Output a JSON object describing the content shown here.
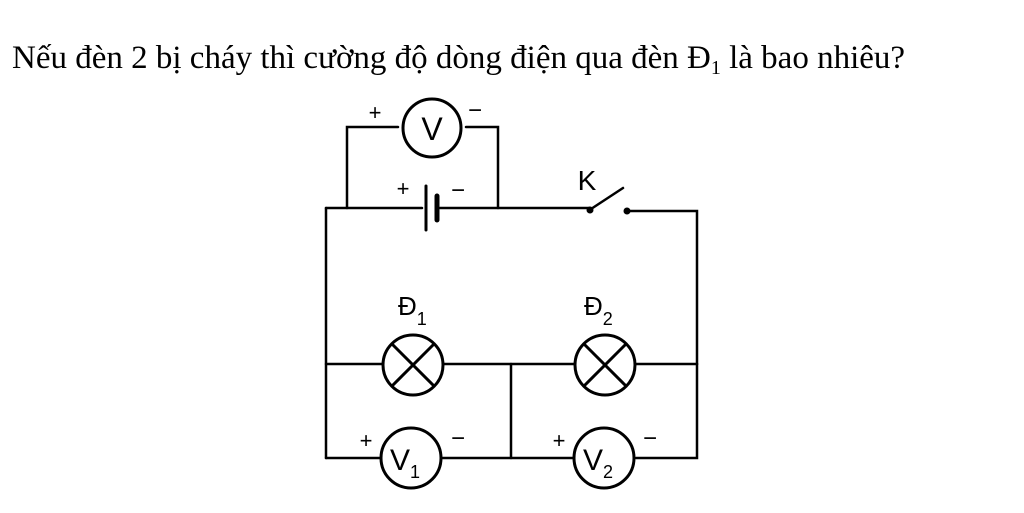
{
  "question": {
    "text_before": "Nếu đèn 2 bị cháy thì cường độ dòng điện qua đèn Đ",
    "subscript": "1",
    "text_after": " là bao nhiêu?"
  },
  "circuit": {
    "voltmeter_main": "V",
    "voltmeter_1": "V",
    "voltmeter_1_sub": "1",
    "voltmeter_2": "V",
    "voltmeter_2_sub": "2",
    "lamp_1": "Đ",
    "lamp_1_sub": "1",
    "lamp_2": "Đ",
    "lamp_2_sub": "2",
    "switch_label": "K",
    "plus": "+",
    "minus": "−"
  }
}
